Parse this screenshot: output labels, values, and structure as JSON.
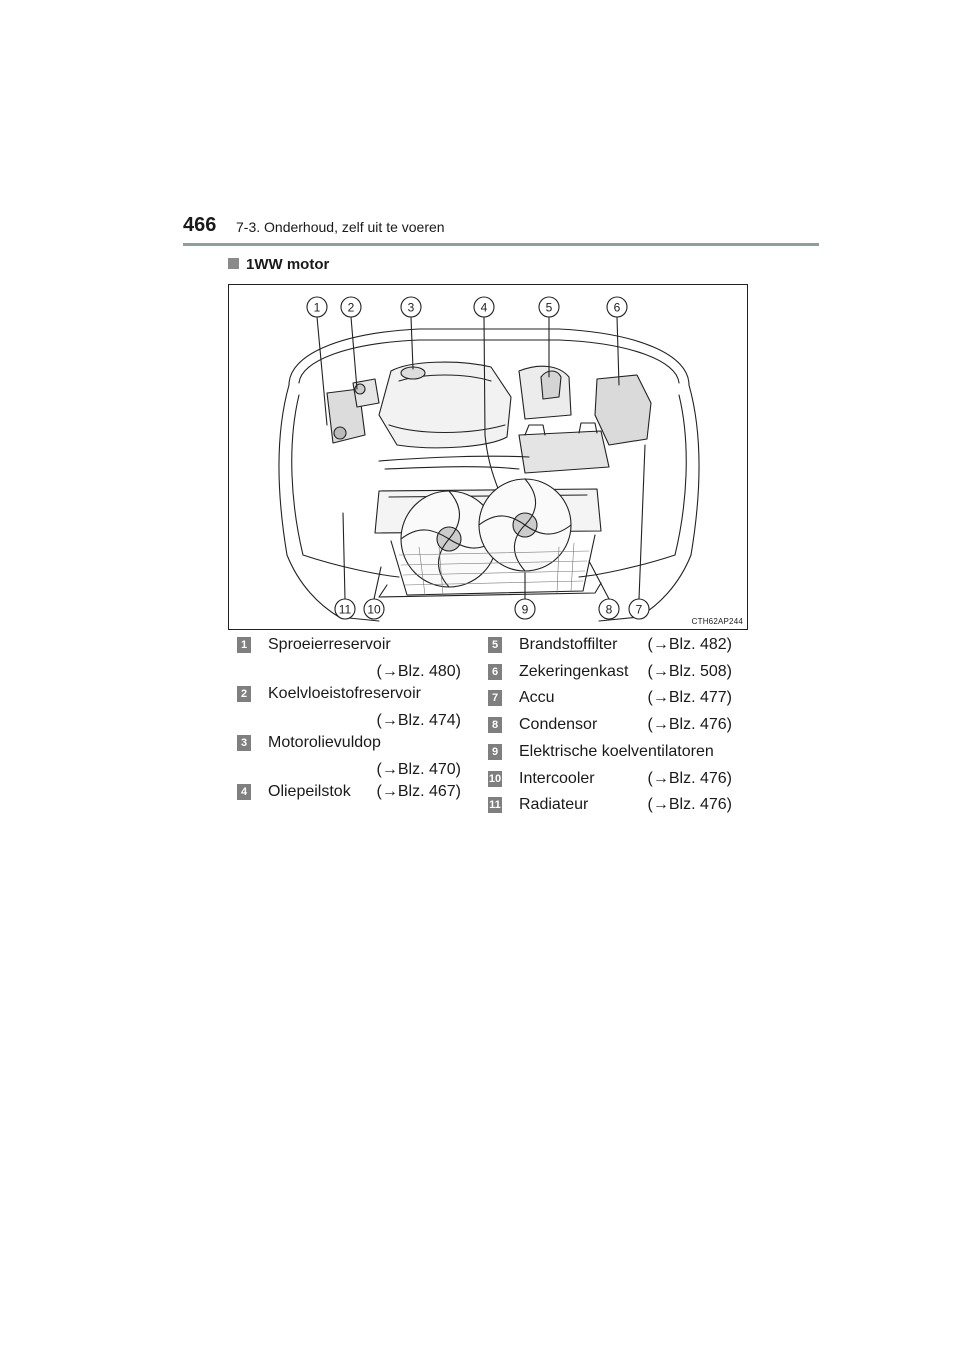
{
  "header": {
    "page_number": "466",
    "section": "7-3. Onderhoud, zelf uit te voeren",
    "accent_color": "#8aa19b"
  },
  "heading": "1WW motor",
  "figure": {
    "code": "CTH62AP244",
    "callouts": [
      "1",
      "2",
      "3",
      "4",
      "5",
      "6",
      "7",
      "8",
      "9",
      "10",
      "11"
    ]
  },
  "legend": [
    {
      "num": "1",
      "label": "Sproeierreservoir",
      "ref": "(→Blz. 480)"
    },
    {
      "num": "2",
      "label": "Koelvloeistofreservoir",
      "ref": "(→Blz. 474)"
    },
    {
      "num": "3",
      "label": "Motorolievuldop",
      "ref": "(→Blz. 470)"
    },
    {
      "num": "4",
      "label": "Oliepeilstok",
      "ref": "(→Blz. 467)"
    },
    {
      "num": "5",
      "label": "Brandstoffilter",
      "ref": "(→Blz. 482)"
    },
    {
      "num": "6",
      "label": "Zekeringenkast",
      "ref": "(→Blz. 508)"
    },
    {
      "num": "7",
      "label": "Accu",
      "ref": "(→Blz. 477)"
    },
    {
      "num": "8",
      "label": "Condensor",
      "ref": "(→Blz. 476)"
    },
    {
      "num": "9",
      "label": "Elektrische koelventilatoren",
      "ref": ""
    },
    {
      "num": "10",
      "label": "Intercooler",
      "ref": "(→Blz. 476)"
    },
    {
      "num": "11",
      "label": "Radiateur",
      "ref": "(→Blz. 476)"
    }
  ]
}
